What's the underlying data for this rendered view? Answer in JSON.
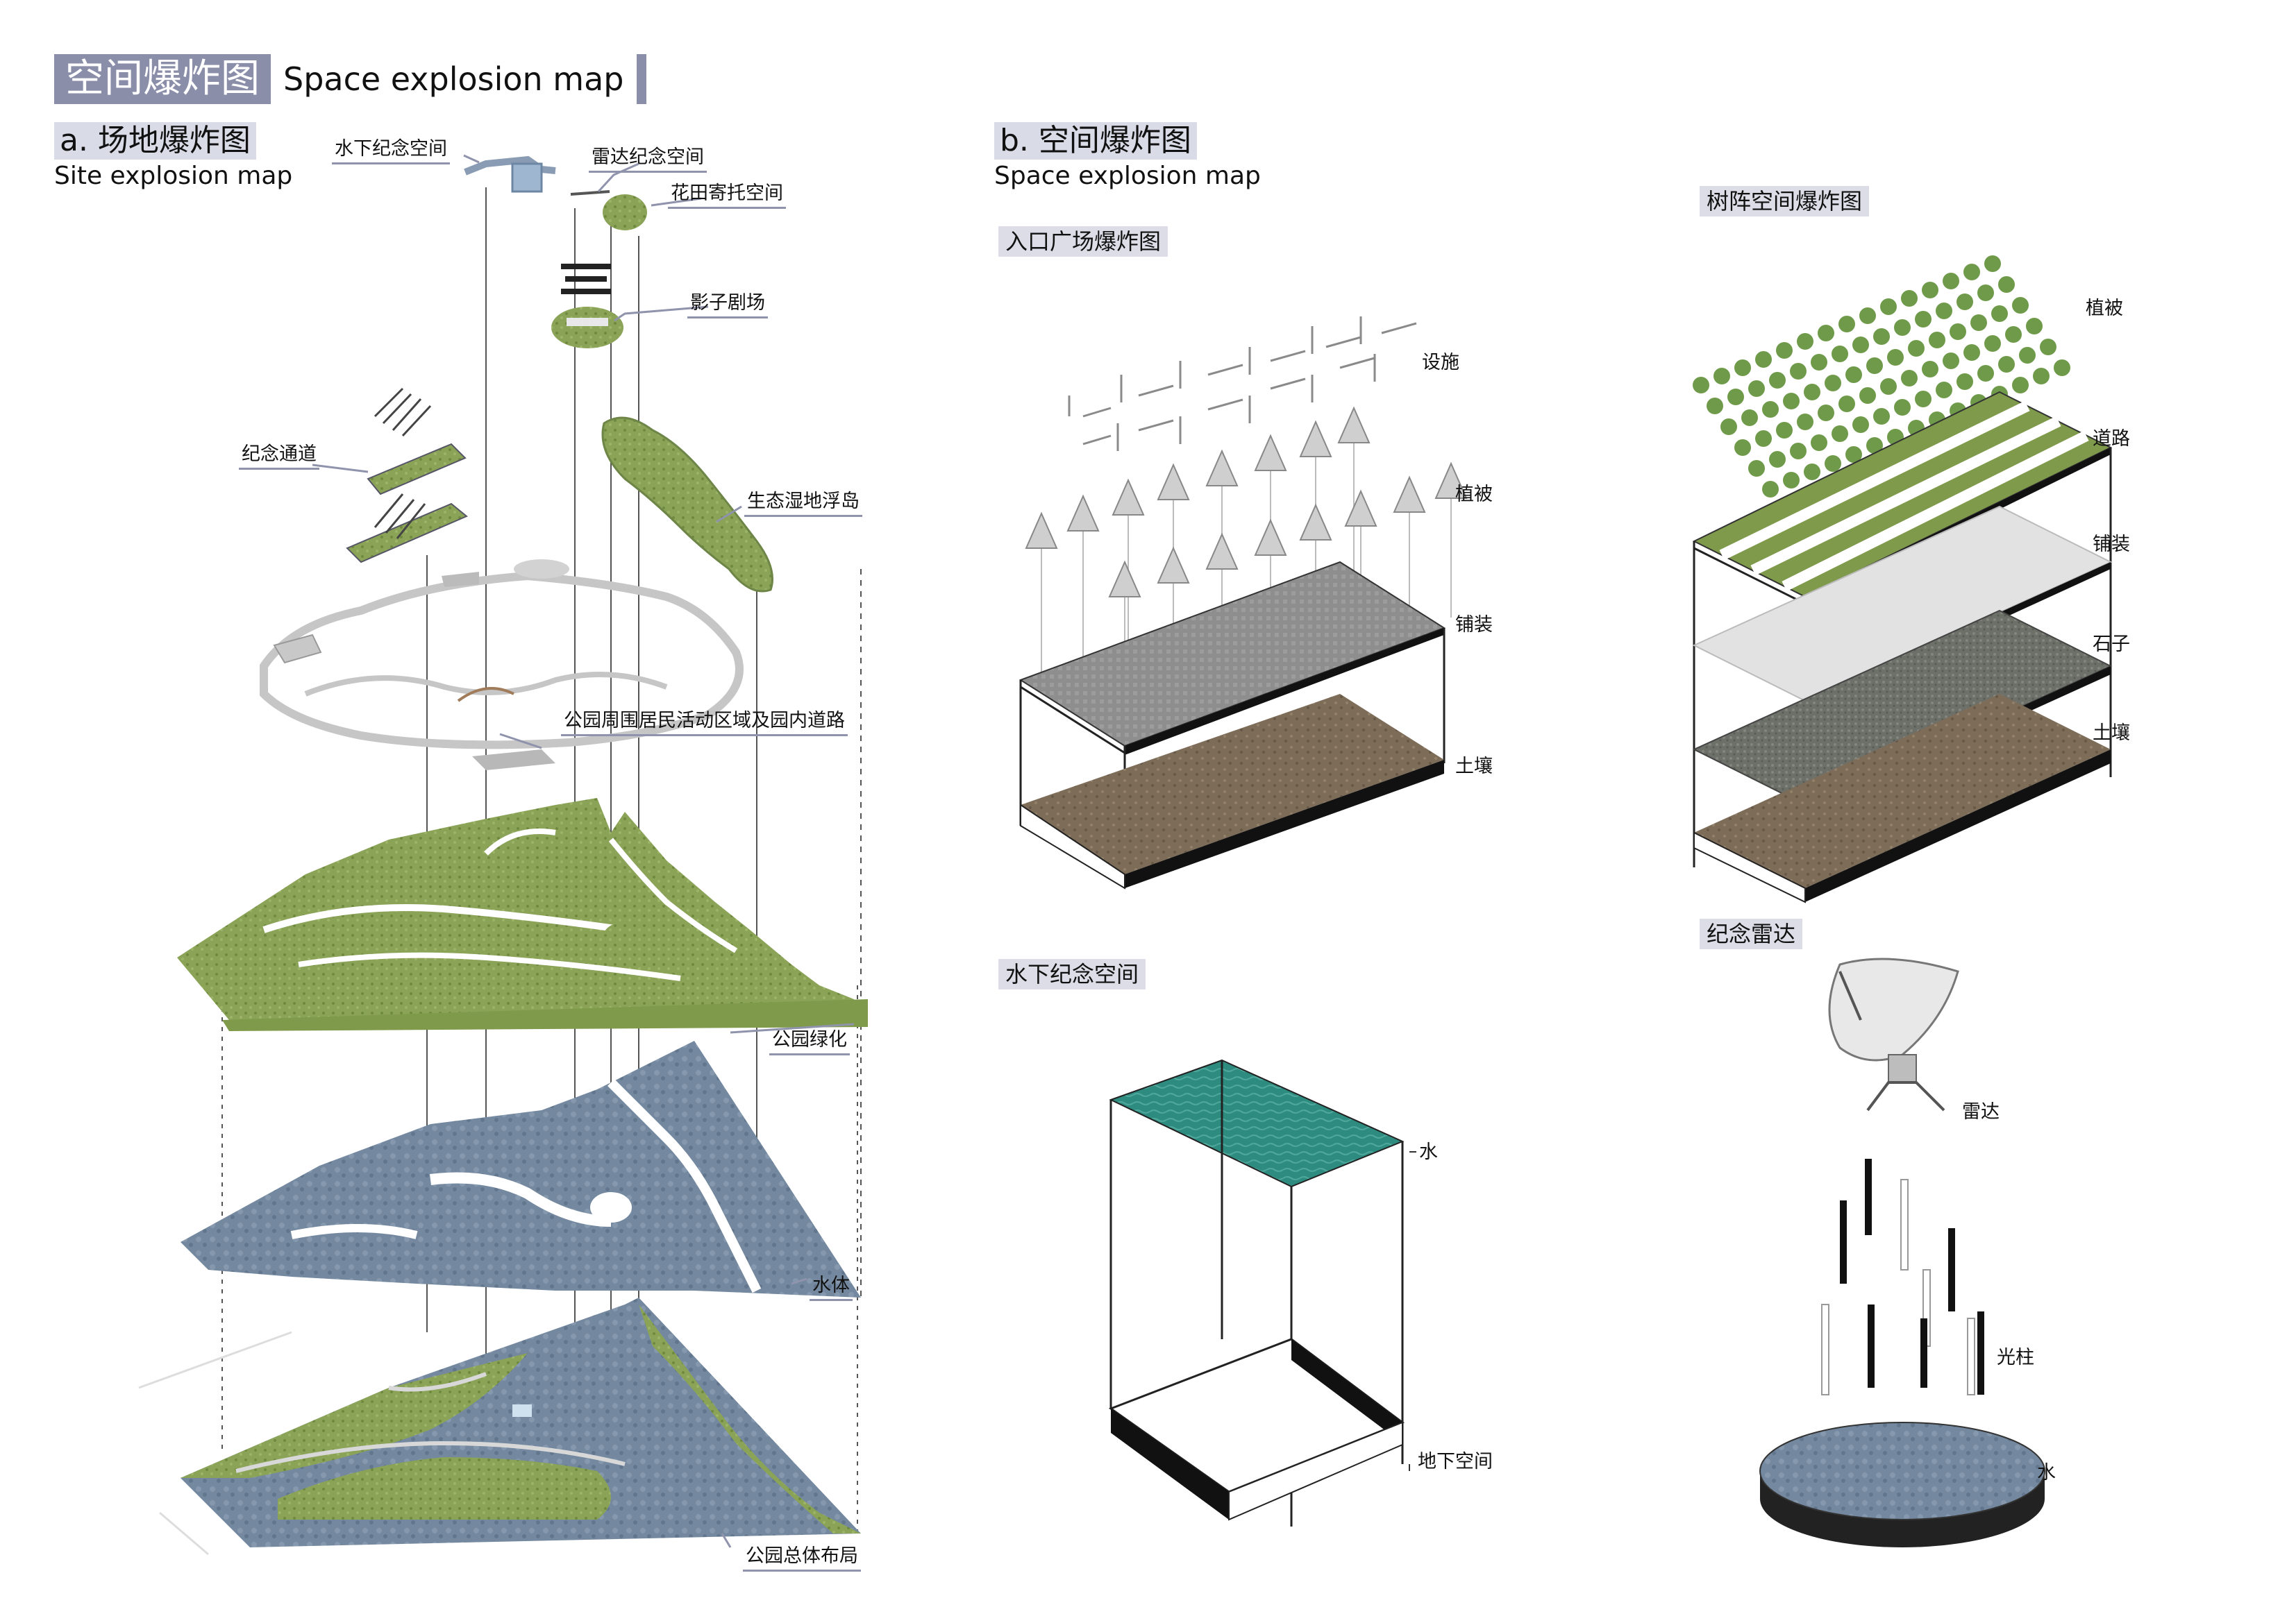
{
  "header": {
    "title_cn": "空间爆炸图",
    "title_en": "Space explosion map"
  },
  "section_a": {
    "title": "a. 场地爆炸图",
    "subtitle": "Site explosion map",
    "labels": {
      "underwater": "水下纪念空间",
      "radar": "雷达纪念空间",
      "flower": "花田寄托空间",
      "shadow": "影子剧场",
      "memorial_path": "纪念通道",
      "wetland": "生态湿地浮岛",
      "roads": "公园周围居民活动区域及园内道路",
      "greening": "公园绿化",
      "water": "水体",
      "layout": "公园总体布局"
    }
  },
  "section_b": {
    "title": "b. 空间爆炸图",
    "subtitle": "Space explosion map",
    "entrance": {
      "title": "入口广场爆炸图",
      "facilities": "设施",
      "vegetation": "植被",
      "paving": "铺装",
      "soil": "土壤"
    },
    "tree_array": {
      "title": "树阵空间爆炸图",
      "vegetation": "植被",
      "road": "道路",
      "paving": "铺装",
      "stone": "石子",
      "soil": "土壤"
    },
    "underwater": {
      "title": "水下纪念空间",
      "water": "水",
      "underground": "地下空间"
    },
    "radar": {
      "title": "纪念雷达",
      "radar": "雷达",
      "light_column": "光柱",
      "water": "水"
    }
  },
  "colors": {
    "accent": "#8a8ea9",
    "green": "#7f9a4a",
    "water": "#6e8399",
    "teal": "#2f8a7e",
    "soil": "#7a6a58"
  }
}
